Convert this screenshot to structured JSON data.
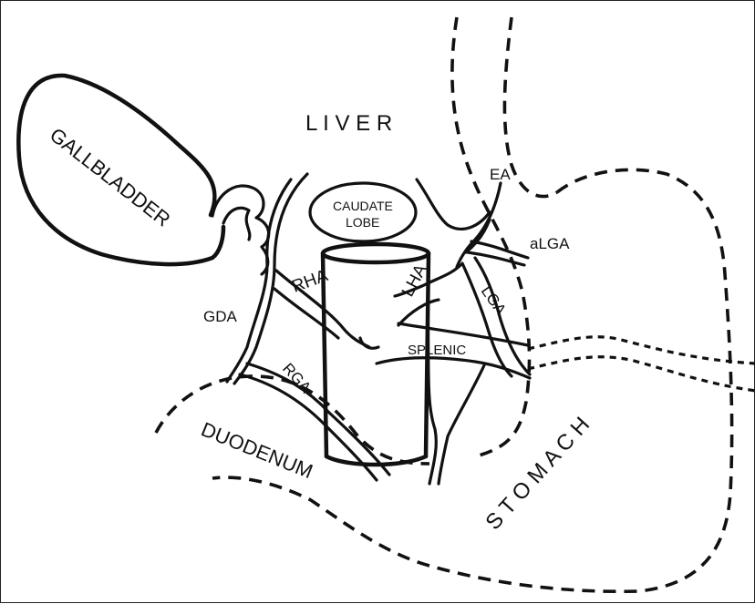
{
  "labels": {
    "liver": "L I V E R",
    "gallbladder": "GALLBLADDER",
    "caudate_line1": "CAUDATE",
    "caudate_line2": "LOBE",
    "ea": "EA",
    "algA": "aLGA",
    "rha": "RHA",
    "lha": "LHA",
    "lga": "LGA",
    "gda": "GDA",
    "splenic": "SPLENIC",
    "rga": "RGA",
    "duodenum": "DUODENUM",
    "stomach": "S T O M A C H"
  }
}
